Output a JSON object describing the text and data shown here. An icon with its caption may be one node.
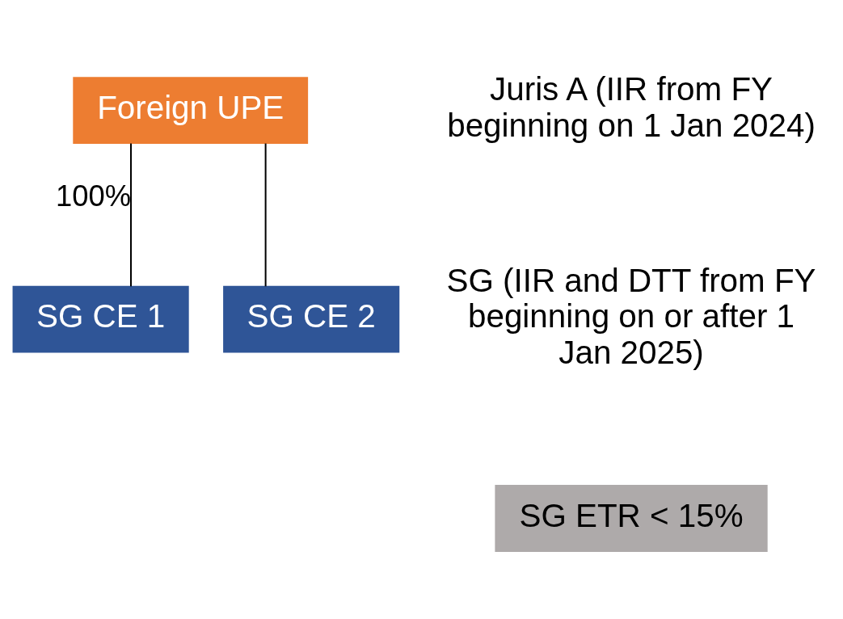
{
  "diagram": {
    "nodes": [
      {
        "text": [
          "Foreign UPE"
        ]
      },
      {
        "text": [
          "SG CE 1"
        ]
      },
      {
        "text": [
          "SG CE 2"
        ]
      },
      {
        "text": [
          "SG ETR < 15%"
        ]
      }
    ],
    "edges": [
      {
        "from": 0,
        "to": 1,
        "arrow": "none",
        "label": "100%"
      },
      {
        "from": 0,
        "to": 2,
        "arrow": "none"
      }
    ],
    "labels": [
      "Juris A (IIR from FY beginning on 1 Jan 2024)",
      "SG (IIR and DTT from FY beginning on or after 1 Jan 2025)"
    ]
  }
}
